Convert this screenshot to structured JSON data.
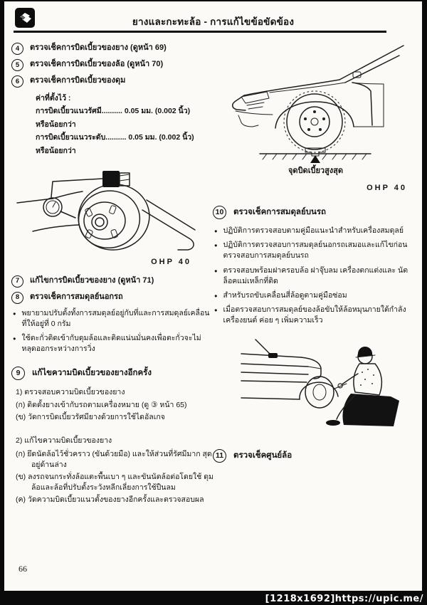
{
  "header": {
    "title": "ยางและกะทะล้อ - การแก้ไขข้อขัดข้อง",
    "logo_icon": "open-book-icon"
  },
  "left": {
    "checks": [
      {
        "num": "4",
        "text": "ตรวจเช็คการบิดเบี้ยวของยาง (ดูหน้า 69)"
      },
      {
        "num": "5",
        "text": "ตรวจเช็คการบิดเบี้ยวของล้อ (ดูหน้า 70)"
      },
      {
        "num": "6",
        "text": "ตรวจเช็คการบิดเบี้ยวของดุม"
      }
    ],
    "spec_label": "ค่าที่ตั้งไว้ :",
    "spec_lines": [
      "การบิดเบี้ยวแนวรัศมี.......... 0.05 มม. (0.002 นิ้ว)",
      "หรือน้อยกว่า",
      "การบิดเบี้ยวแนวระดับ.......... 0.05 มม. (0.002 นิ้ว)",
      "หรือน้อยกว่า"
    ],
    "figure_hub_label": "OHP  40",
    "checks2": [
      {
        "num": "7",
        "text": "แก้ไขการบิดเบี้ยวของยาง (ดูหน้า 71)"
      },
      {
        "num": "8",
        "text": "ตรวจเช็คการสมดุลย์นอกรถ"
      }
    ],
    "bullets8": [
      "พยายามปรับตั้งทั้งการสมดุลย์อยู่กับที่และการสมดุลย์เคลื่อน ที่ให้อยู่ที่ 0 กรัม",
      "ใช้ตะกั่วติดเข้ากับดุมล้อและติดแน่นมั่นคงเพื่อตะกั่วจะไม่ หลุดออกระหว่างการวิ่ง"
    ],
    "section9": {
      "num": "9",
      "title": "แก้ไขความบิดเบี้ยวของยางอีกครั้ง",
      "sub1_head": "1) ตรวจสอบความบิดเบี้ยวของยาง",
      "sub1": [
        "(ก) ติดตั้งยางเข้ากับรถตามเครื่องหมาย (ดู ③ หน้า 65)",
        "(ข) วัดการบิดเบี้ยวรัศมียางด้วยการใช้ไดอัลเกจ"
      ],
      "sub2_head": "2) แก้ไขความบิดเบี้ยวของยาง",
      "sub2": [
        "(ก) ยึดนัตล้อไว้ชั่วคราว (ขันด้วยมือ) และให้ส่วนที่รัศมีมาก สุดอยู่ด้านล่าง",
        "(ข) ลงรถจนกระทั่งล้อแตะพื้นเบา ๆ และขันนัตล้อต่อโดยใช้ ดุมล้อและล้อที่ปรับตั้งระวังหลีกเลี่ยงการใช้ปืนลม",
        "(ค) วัดความบิดเบี้ยวแนวตั้งของยางอีกครั้งและตรวจสอบผล"
      ]
    }
  },
  "right": {
    "figure_car_caption": "จุดบิดเบี้ยวสูงสุด",
    "figure_car_label": "OHP  40",
    "section10": {
      "num": "10",
      "title": "ตรวจเช็คการสมดุลย์บนรถ",
      "bullets": [
        "ปฏิบัติการตรวจสอบตามคู่มือแนะนำสำหรับเครื่องสมดุลย์",
        "ปฏิบัติการตรวจสอบการสมดุลย์นอกรถเสมอและแก้ไขก่อน ตรวจสอบการสมดุลย์บนรถ",
        "ตรวจสอบพร้อมฝาครอบล้อ ฝาจุ๊บลม เครื่องตกแต่งและ นัตล็อคแม่เหล็กที่ติด",
        "สำหรับรถขับเคลื่อนสี่ล้อดูตามคู่มือซ่อม",
        "เมื่อตรวจสอบการสมดุลย์ของล้อขับให้ล้อหมุนภายใต้กำลัง เครื่องยนต์ ค่อย ๆ  เพิ่มความเร็ว"
      ]
    },
    "section11": {
      "num": "11",
      "title": "ตรวจเช็คศูนย์ล้อ"
    }
  },
  "footer": {
    "page_number": "66",
    "watermark": "[1218x1692]https://upic.me/"
  }
}
